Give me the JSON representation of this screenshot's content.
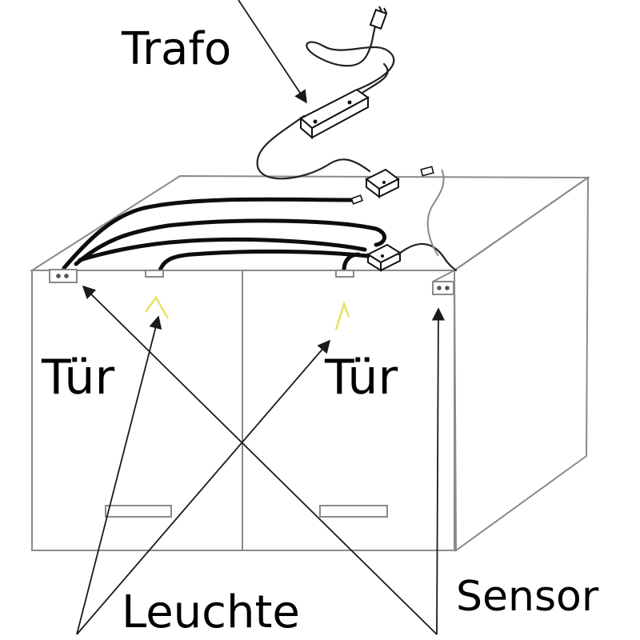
{
  "labels": {
    "trafo": "Trafo",
    "tuer_left": "Tür",
    "tuer_right": "Tür",
    "leuchte": "Leuchte",
    "sensor": "Sensor"
  },
  "colors": {
    "line": "#000000",
    "cabinet_outline": "#8a8a8a",
    "light_beam": "#e8e05a"
  },
  "icons": {
    "transformer": "transformer-box-icon",
    "plug": "power-plug-icon",
    "distributor": "cable-distributor-icon",
    "sensor": "door-sensor-icon",
    "lamp": "led-light-icon"
  }
}
